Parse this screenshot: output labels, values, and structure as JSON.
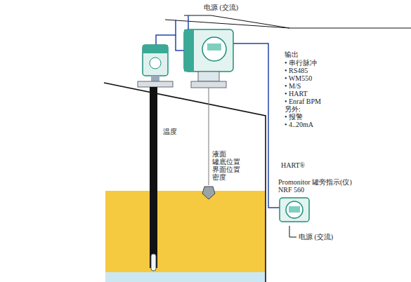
{
  "diagram": {
    "nodes": [
      {
        "text": [
          "Promonitor 罐旁指示(仪) NRF 560"
        ]
      }
    ],
    "labels": [
      "电源 (交流)",
      "输出",
      "• 串行脉冲",
      "• RS485",
      "• WM550",
      "• M/S",
      "• HART",
      "• Enraf BPM",
      "另外:",
      "• 报警",
      "• 4..20mA",
      "HART®",
      "温度",
      "液面",
      "罐底位置",
      "界面位置",
      "密度",
      "电源 (交流)"
    ]
  }
}
